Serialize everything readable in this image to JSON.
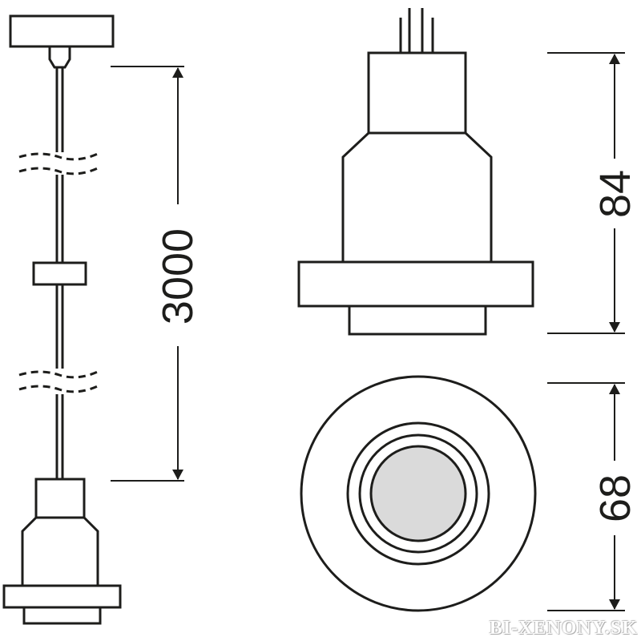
{
  "dimensions": {
    "cable_length": "3000",
    "height": "84",
    "diameter": "68"
  },
  "watermark": "BI-XENONY.SK",
  "colors": {
    "line": "#1d1d1b",
    "lamp_face": "#dadada",
    "background": "#ffffff"
  }
}
